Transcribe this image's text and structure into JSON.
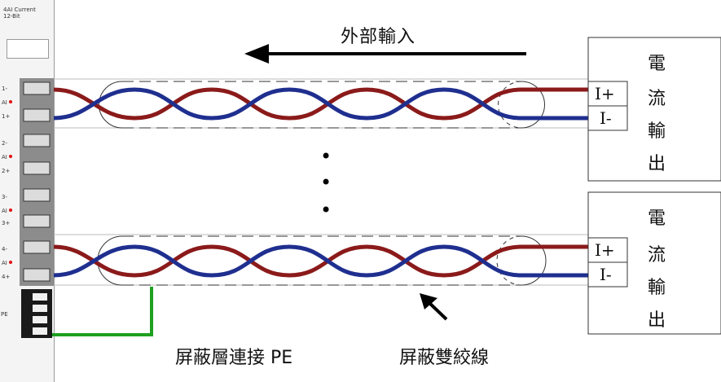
{
  "module": {
    "title_line1": "4AI Current",
    "title_line2": "12-Bit",
    "channels": [
      {
        "minus": "1-",
        "ai": "AI",
        "plus": "1+"
      },
      {
        "minus": "2-",
        "ai": "AI",
        "plus": "2+"
      },
      {
        "minus": "3-",
        "ai": "AI",
        "plus": "3+"
      },
      {
        "minus": "4-",
        "ai": "AI",
        "plus": "4+"
      }
    ],
    "pe": "PE"
  },
  "diagram": {
    "external_input": "外部輸入",
    "shield_label": "屏蔽層連接 PE",
    "cable_label": "屏蔽雙絞線",
    "ellipsis": "•",
    "colors": {
      "red_wire": "#8b1a1a",
      "blue_wire": "#1f2f8f",
      "shield_wire": "#1fa01f"
    }
  },
  "outputs": [
    {
      "chars": [
        "電",
        "流",
        "輸",
        "出"
      ],
      "plus": "I+",
      "minus": "I-"
    },
    {
      "chars": [
        "電",
        "流",
        "輸",
        "出"
      ],
      "plus": "I+",
      "minus": "I-"
    }
  ]
}
